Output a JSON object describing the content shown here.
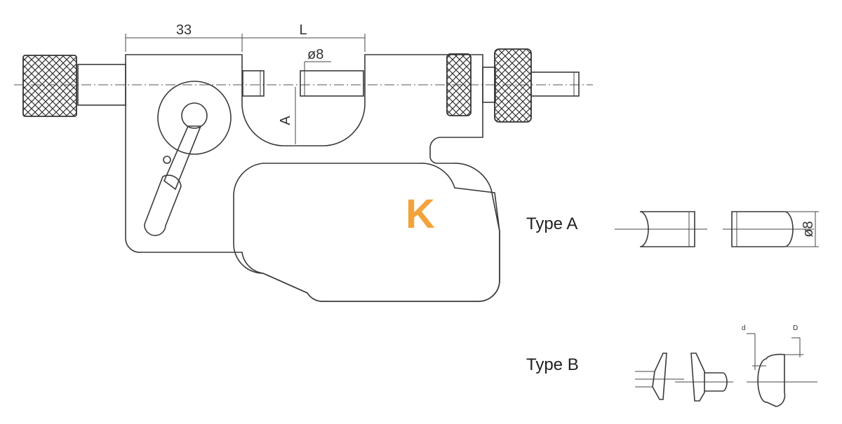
{
  "dimensions": {
    "length_33": "33",
    "length_L": "L",
    "anvil_diameter": "ø8",
    "depth_A": "A",
    "tip_diameter": "ø8",
    "tip_d": "d",
    "tip_D": "D"
  },
  "labels": {
    "brand_mark": "K",
    "type_a": "Type A",
    "type_b": "Type B"
  },
  "colors": {
    "brand": "#f2a33a",
    "line": "#3a3a3a"
  }
}
